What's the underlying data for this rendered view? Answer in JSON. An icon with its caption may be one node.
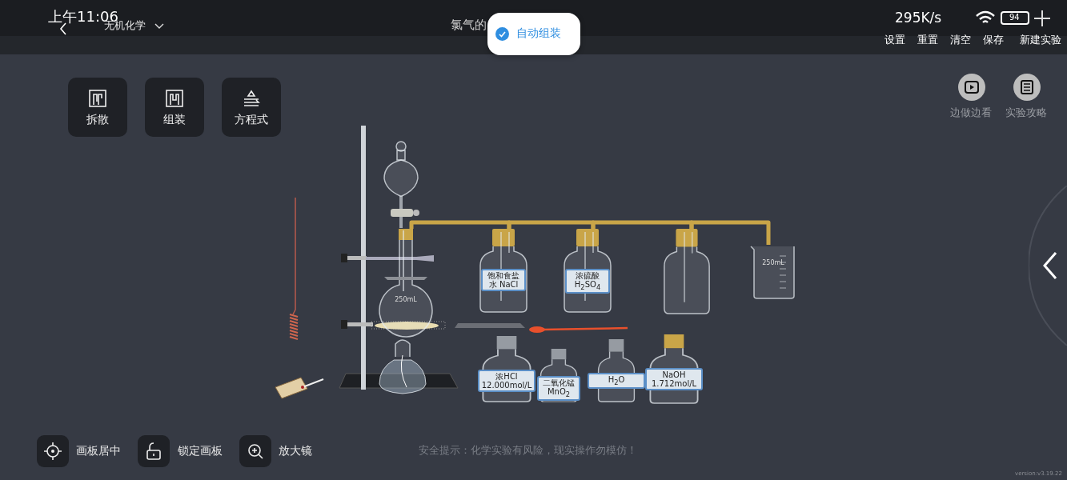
{
  "diagram": {
    "nodes": [
      {
        "text": [
          "250mL"
        ]
      },
      {
        "text": [
          "饱和食盐水 NaCl"
        ]
      },
      {
        "text": [
          "浓硫酸 H$_{2}$SO$_{4}$"
        ]
      },
      {
        "text": [],
        "shape": "bottle"
      },
      {
        "text": [
          "250mL"
        ]
      },
      {
        "text": [
          "浓HCl 12.000mol/L"
        ]
      },
      {
        "text": [
          "二氧化锰 MnO$_{2}$"
        ]
      },
      {
        "text": [
          "H$_{2}$O"
        ]
      },
      {
        "text": [
          "NaOH 1.712mol/L"
        ]
      },
      {
        "text": [
          "拆散"
        ]
      },
      {
        "text": [
          "组装"
        ]
      },
      {
        "text": [
          "方程式"
        ]
      }
    ],
    "edges": [
      {
        "from": 0,
        "to": 1,
        "arrow": "none"
      },
      {
        "from": 1,
        "to": 2,
        "arrow": "none"
      },
      {
        "from": 2,
        "to": 3,
        "arrow": "none"
      },
      {
        "from": 3,
        "to": 4,
        "arrow": "none"
      }
    ],
    "labels": [
      "上午11:06",
      "无机化学",
      "氯气的",
      "自动组装",
      "295K/s",
      "94",
      "设置",
      "重置",
      "清空",
      "保存",
      "新建实验",
      "边做边看",
      "实验攻略",
      "画板居中",
      "锁定画板",
      "放大镜",
      "安全提示：化学实验有风险，现实操作勿模仿！",
      "version:v3.19.22"
    ]
  }
}
